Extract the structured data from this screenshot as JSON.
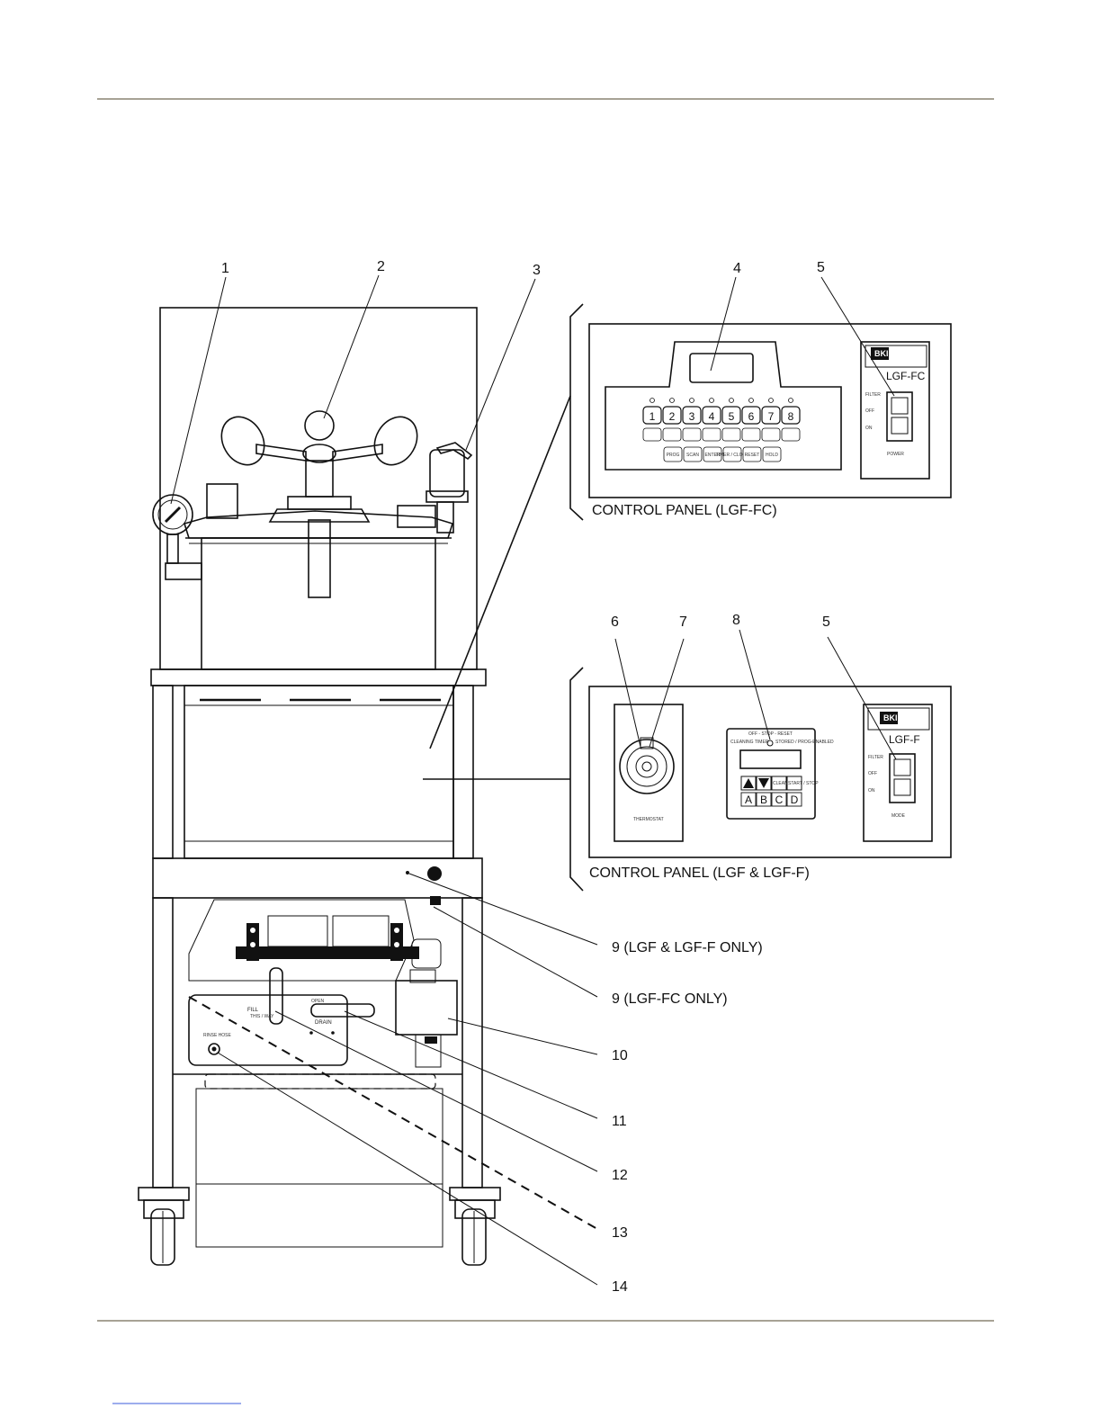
{
  "callouts": {
    "c1": "1",
    "c2": "2",
    "c3": "3",
    "c4": "4",
    "c5a": "5",
    "c5b": "5",
    "c6": "6",
    "c7": "7",
    "c8": "8",
    "c9a": "9 (LGF & LGF-F ONLY)",
    "c9b": "9 (LGF-FC ONLY)",
    "c10": "10",
    "c11": "11",
    "c12": "12",
    "c13": "13",
    "c14": "14"
  },
  "panel_fc": {
    "caption": "CONTROL PANEL (LGF-FC)",
    "keys": [
      "1",
      "2",
      "3",
      "4",
      "5",
      "6",
      "7",
      "8"
    ],
    "model": "LGF-FC",
    "switch_labels": [
      "FILTER",
      "OFF",
      "ON"
    ],
    "switch_footer": "POWER",
    "func_keys": [
      "PROG",
      "SCAN",
      "ENTER",
      "TIMER / CLOCK",
      "RESET",
      "HOLD"
    ]
  },
  "panel_f": {
    "caption": "CONTROL PANEL (LGF & LGF-F)",
    "model": "LGF-F",
    "thermostat_label": "THERMOSTAT",
    "timer_header": "OFF - STOP - RESET",
    "timer_sub_left": "CLEANING TIMER",
    "timer_sub_right": "STORED / PROG-ENABLED",
    "timer_keys": [
      "A",
      "B",
      "C",
      "D"
    ],
    "timer_small_keys": [
      "CLEAN",
      "START / STOP"
    ],
    "switch_labels": [
      "FILTER",
      "OFF",
      "ON"
    ],
    "switch_footer": "MODE"
  },
  "valve_plate": {
    "fill": "FILL",
    "fill_sub": "THIS / WAY",
    "drain": "DRAIN",
    "drain_sub": "OPEN",
    "rinse": "RINSE HOSE"
  }
}
